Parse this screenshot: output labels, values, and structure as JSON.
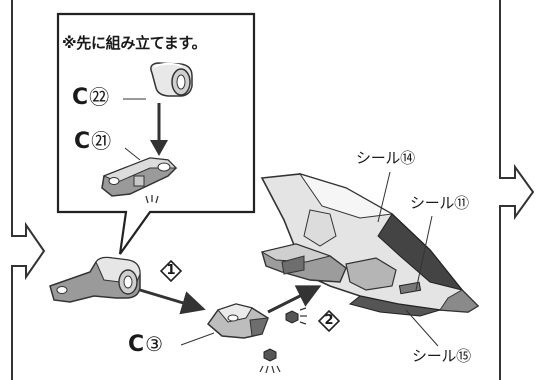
{
  "note": "※先に組み立てます。",
  "parts": {
    "c22": {
      "prefix": "C",
      "number": "㉒"
    },
    "c21": {
      "prefix": "C",
      "number": "㉑"
    },
    "c3": {
      "prefix": "C",
      "number": "③"
    }
  },
  "seals": {
    "s14": "シール⑭",
    "s11": "シール⑪",
    "s15": "シール⑮"
  },
  "steps": [
    "1",
    "2"
  ]
}
